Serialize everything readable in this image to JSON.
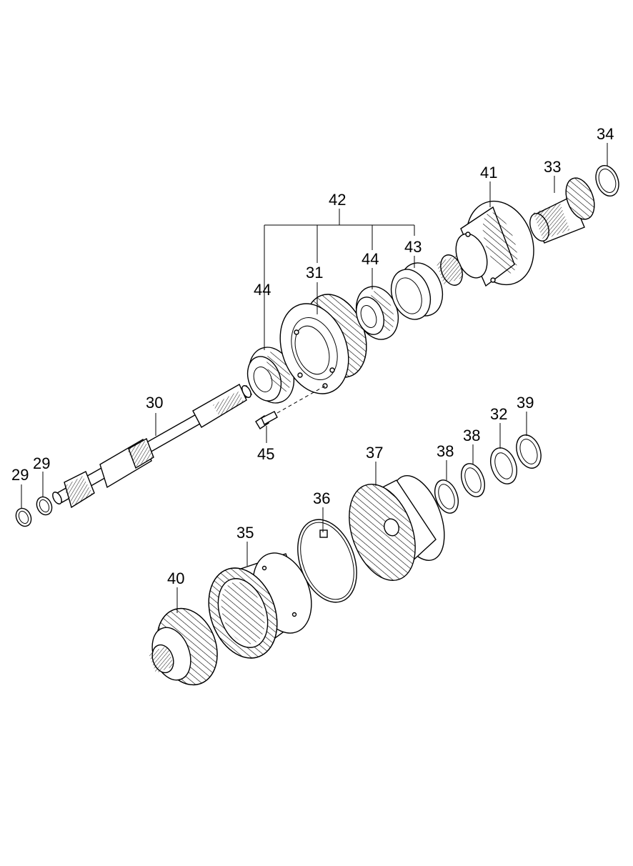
{
  "diagram": {
    "labels": {
      "p29a": "29",
      "p29b": "29",
      "p30": "30",
      "p31": "31",
      "p32": "32",
      "p33": "33",
      "p34": "34",
      "p35": "35",
      "p36": "36",
      "p37": "37",
      "p38a": "38",
      "p38b": "38",
      "p39": "39",
      "p40": "40",
      "p41": "41",
      "p42": "42",
      "p43": "43",
      "p44a": "44",
      "p44b": "44",
      "p45": "45"
    }
  }
}
